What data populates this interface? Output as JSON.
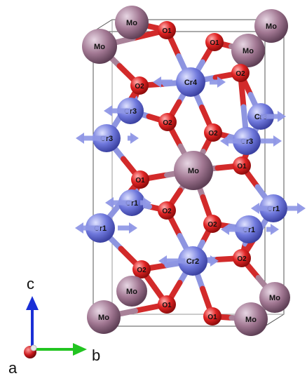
{
  "structure": {
    "elements": {
      "Mo": {
        "color": "#8a5f7c",
        "light": "#e3d2df"
      },
      "Cr": {
        "color": "#5c64cf",
        "light": "#d5d8fb"
      },
      "O": {
        "color": "#d61a1a",
        "light": "#ff9a9a"
      }
    },
    "bond_colors": {
      "Mo": "#a98299",
      "Cr": "#8e95e0",
      "O": "#d22a2a"
    },
    "spin_color": "#8f97e6",
    "atoms": [
      {
        "label": "Mo",
        "element": "Mo"
      },
      {
        "label": "Mo",
        "element": "Mo"
      },
      {
        "label": "O1",
        "element": "O"
      },
      {
        "label": "O1",
        "element": "O"
      },
      {
        "label": "Mo",
        "element": "Mo"
      },
      {
        "label": "Mo",
        "element": "Mo"
      },
      {
        "label": "O2",
        "element": "O"
      },
      {
        "label": "Cr4",
        "element": "Cr"
      },
      {
        "label": "O2",
        "element": "O"
      },
      {
        "label": "Cr3",
        "element": "Cr"
      },
      {
        "label": "Cr3",
        "element": "Cr"
      },
      {
        "label": "O2",
        "element": "O"
      },
      {
        "label": "O2",
        "element": "O"
      },
      {
        "label": "Cr3",
        "element": "Cr"
      },
      {
        "label": "Cr3",
        "element": "Cr"
      },
      {
        "label": "Mo",
        "element": "Mo"
      },
      {
        "label": "O1",
        "element": "O"
      },
      {
        "label": "O1",
        "element": "O"
      },
      {
        "label": "Cr1",
        "element": "Cr"
      },
      {
        "label": "Cr1",
        "element": "Cr"
      },
      {
        "label": "O2",
        "element": "O"
      },
      {
        "label": "O2",
        "element": "O"
      },
      {
        "label": "Cr1",
        "element": "Cr"
      },
      {
        "label": "Cr1",
        "element": "Cr"
      },
      {
        "label": "O2",
        "element": "O"
      },
      {
        "label": "Cr2",
        "element": "Cr"
      },
      {
        "label": "O2",
        "element": "O"
      },
      {
        "label": "Mo",
        "element": "Mo"
      },
      {
        "label": "Mo",
        "element": "Mo"
      },
      {
        "label": "O1",
        "element": "O"
      },
      {
        "label": "O1",
        "element": "O"
      },
      {
        "label": "Mo",
        "element": "Mo"
      },
      {
        "label": "Mo",
        "element": "Mo"
      }
    ]
  },
  "axes": {
    "c": {
      "label": "c",
      "color": "#1a2fd6"
    },
    "b": {
      "label": "b",
      "color": "#22c421"
    },
    "a": {
      "label": "a",
      "color": "#c8171b"
    }
  }
}
